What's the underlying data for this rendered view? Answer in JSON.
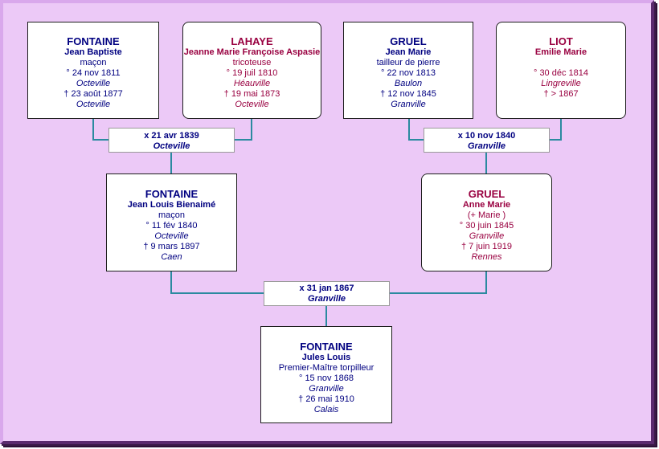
{
  "people": {
    "p1": {
      "surname": "FONTAINE",
      "given": "Jean Baptiste",
      "occupation": "maçon",
      "birth": "° 24 nov 1811",
      "birth_place": "Octeville",
      "death": "† 23 août 1877",
      "death_place": "Octeville"
    },
    "p2": {
      "surname": "LAHAYE",
      "given": "Jeanne Marie Françoise Aspasie",
      "occupation": "tricoteuse",
      "birth": "° 19 juil 1810",
      "birth_place": "Héauville",
      "death": "† 19 mai 1873",
      "death_place": "Octeville"
    },
    "p3": {
      "surname": "GRUEL",
      "given": "Jean Marie",
      "occupation": "tailleur de pierre",
      "birth": "° 22 nov 1813",
      "birth_place": "Baulon",
      "death": "† 12 nov 1845",
      "death_place": "Granville"
    },
    "p4": {
      "surname": "LIOT",
      "given": "Emilie Marie",
      "birth": "° 30 déc 1814",
      "birth_place": "Lingreville",
      "death": "† > 1867"
    },
    "p5": {
      "surname": "FONTAINE",
      "given": "Jean Louis Bienaimé",
      "occupation": "maçon",
      "birth": "° 11 fév 1840",
      "birth_place": "Octeville",
      "death": "† 9 mars 1897",
      "death_place": "Caen"
    },
    "p6": {
      "surname": "GRUEL",
      "given": "Anne Marie",
      "occupation": "(+ Marie )",
      "birth": "° 30 juin 1845",
      "birth_place": "Granville",
      "death": "† 7 juin 1919",
      "death_place": "Rennes"
    },
    "p7": {
      "surname": "FONTAINE",
      "given": "Jules Louis",
      "occupation": "Premier-Maître torpilleur",
      "birth": "° 15 nov 1868",
      "birth_place": "Granville",
      "death": "† 26 mai 1910",
      "death_place": "Calais"
    }
  },
  "marriages": {
    "m1": {
      "date": "x 21 avr 1839",
      "place": "Octeville"
    },
    "m2": {
      "date": "x 10 nov 1840",
      "place": "Granville"
    },
    "m3": {
      "date": "x 31 jan 1867",
      "place": "Granville"
    }
  },
  "colors": {
    "male": "#000080",
    "female": "#990040",
    "background": "#ecc9f7",
    "connector": "#2b8aa0"
  }
}
